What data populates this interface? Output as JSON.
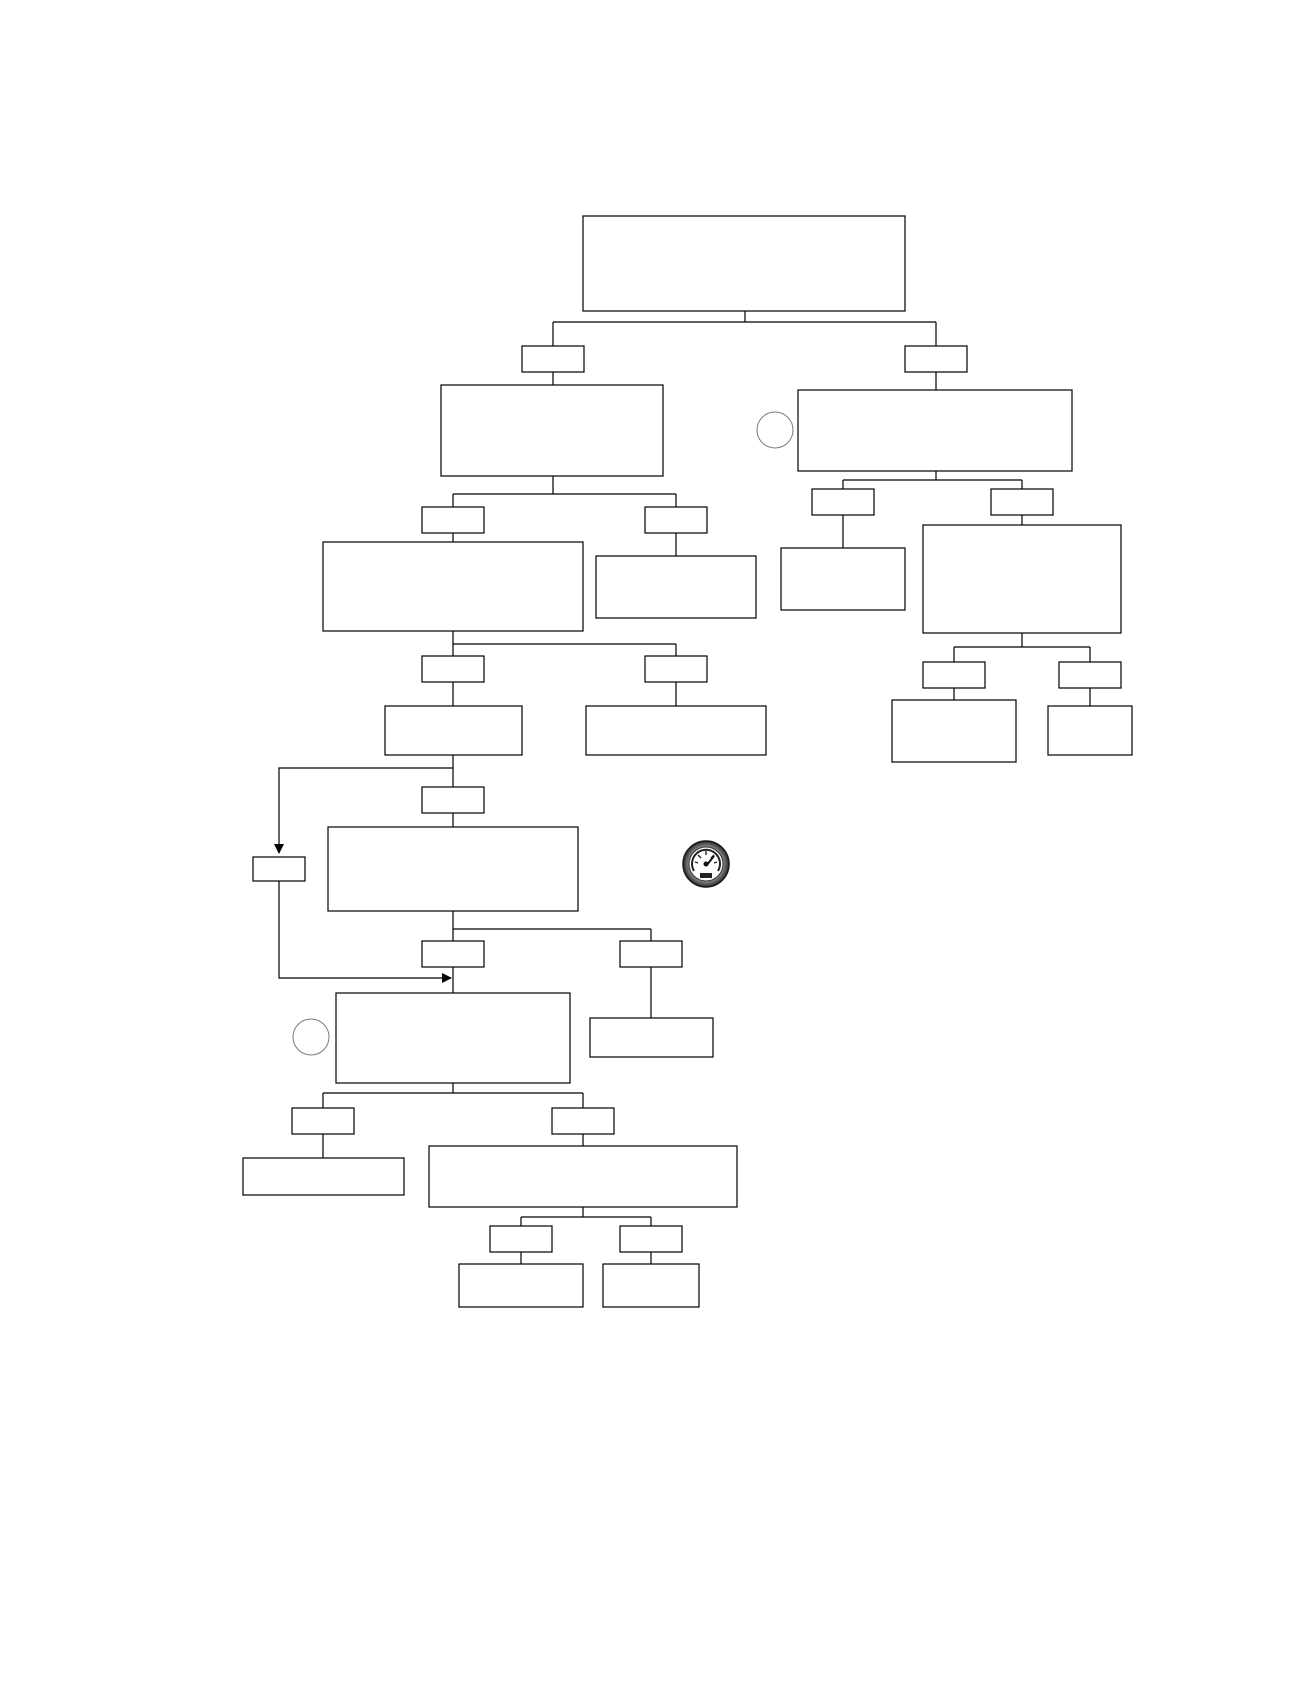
{
  "document": {
    "type": "troubleshooting-flowchart",
    "decision_boxes": 9,
    "answer_boxes": 19,
    "result_boxes": 11,
    "reference_circles": 2,
    "icons": [
      "gauge-icon"
    ],
    "colors": {
      "background": "#ffffff",
      "line": "#000000",
      "reference_circle": "#7a7a7a"
    }
  }
}
